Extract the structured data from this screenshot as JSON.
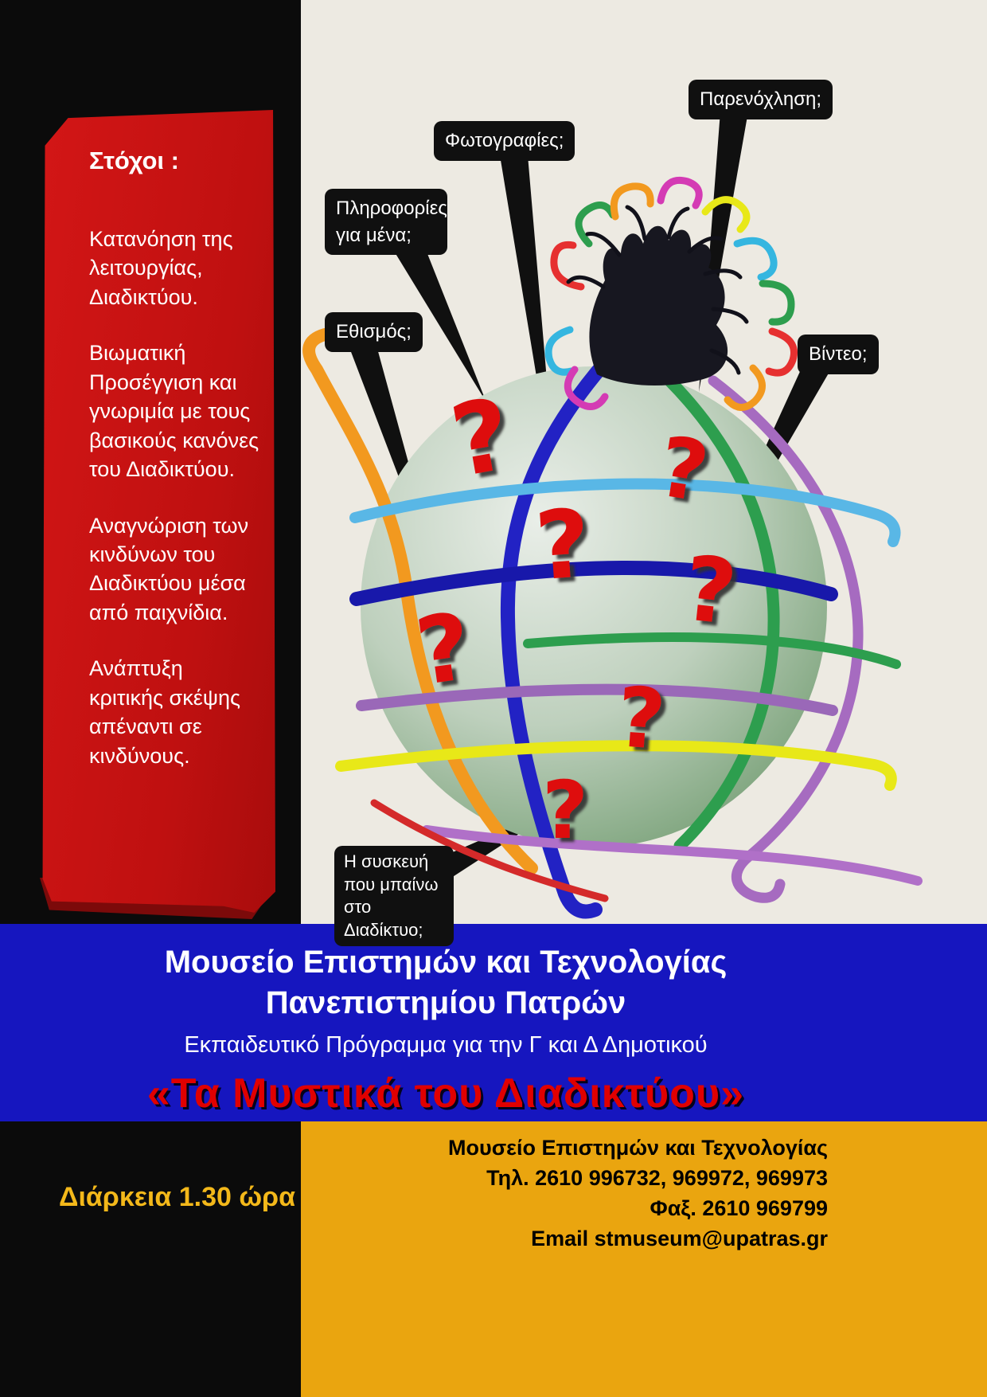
{
  "goals": {
    "title": "Στόχοι :",
    "items": [
      "Κατανόηση της λειτουργίας, Διαδικτύου.",
      "Βιωματική Προσέγγιση και γνωριμία με τους βασικούς κανόνες του Διαδικτύου.",
      "Αναγνώριση των  κινδύνων του Διαδικτύου μέσα από παιχνίδια.",
      "Ανάπτυξη κριτικής σκέψης απέναντι σε κινδύνους."
    ]
  },
  "callouts": {
    "harassment": "Παρενόχληση;",
    "photos": "Φωτογραφίες;",
    "personal_info": "Πληροφορίες για μένα;",
    "addiction": "Εθισμός;",
    "video": "Βίντεο;",
    "device": "Η συσκευή που μπαίνω  στο Διαδίκτυο;"
  },
  "illustration": {
    "question_mark": "?"
  },
  "info_band": {
    "museum_line1": "Μουσείο  Επιστημών και Τεχνολογίας",
    "museum_line2": "Πανεπιστημίου Πατρών",
    "program_subtitle": "Εκπαιδευτικό Πρόγραμμα για την Γ και Δ Δημοτικού",
    "program_title": "«Τα Μυστικά του Διαδικτύου»"
  },
  "footer": {
    "duration": "Διάρκεια  1.30 ώρα",
    "contact_lines": [
      "Μουσείο Επιστημών και Τεχνολογίας",
      "Τηλ. 2610 996732, 969972, 969973",
      "Φαξ. 2610 969799",
      "Email stmuseum@upatras.gr"
    ]
  },
  "colors": {
    "ribbon_red": "#c51212",
    "band_blue": "#1616bf",
    "band_yellow": "#eaa50f",
    "background_black": "#0b0b0b",
    "art_background": "#edeae2",
    "program_title_red": "#e00000",
    "duration_gold": "#f3b81a",
    "question_mark_red": "#de1111"
  }
}
